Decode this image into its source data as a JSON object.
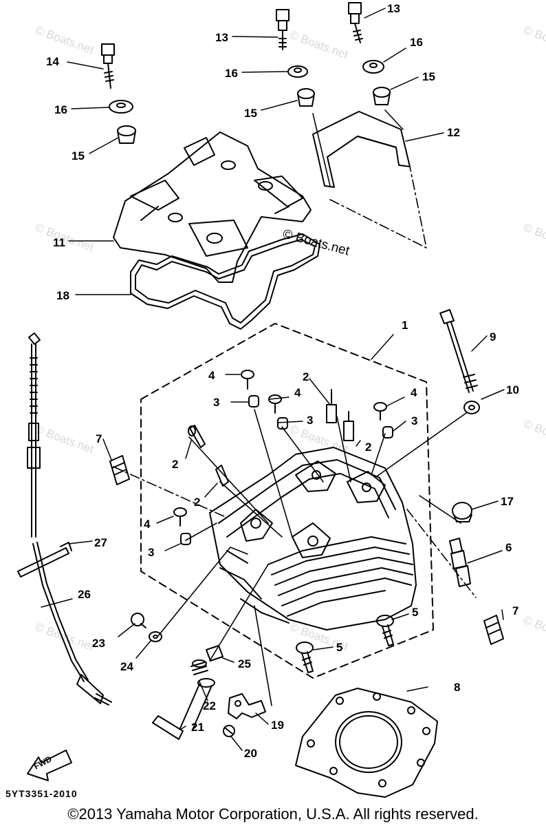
{
  "callouts": {
    "c1": "1",
    "c2": "2",
    "c3": "3",
    "c4": "4",
    "c5": "5",
    "c6": "6",
    "c7": "7",
    "c8": "8",
    "c9": "9",
    "c10": "10",
    "c11": "11",
    "c12": "12",
    "c13": "13",
    "c14": "14",
    "c15": "15",
    "c16": "16",
    "c17": "17",
    "c18": "18",
    "c19": "19",
    "c20": "20",
    "c21": "21",
    "c22": "22",
    "c23": "23",
    "c24": "24",
    "c25": "25",
    "c26": "26",
    "c27": "27"
  },
  "watermark": "© Boats.net",
  "inline_watermark": "© Boats.net",
  "fwd_label": "FWD",
  "diagram_code": "5YT3351-2010",
  "copyright": "©2013 Yamaha Motor Corporation, U.S.A. All rights reserved."
}
